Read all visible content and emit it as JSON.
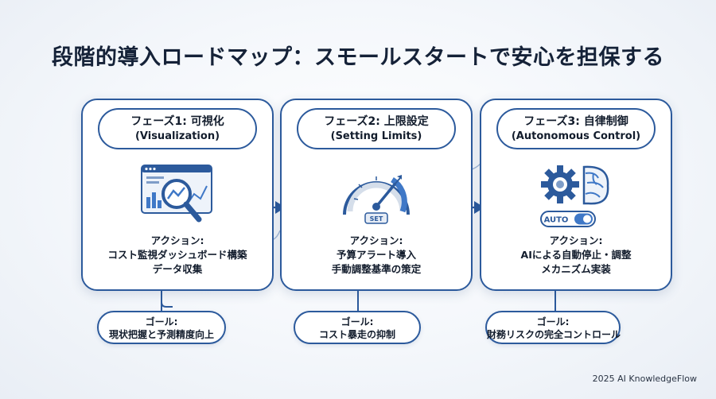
{
  "title": "段階的導入ロードマップ：スモールスタートで安心を担保する",
  "colors": {
    "primary": "#2c5a9c",
    "accent": "#3f78c7",
    "text": "#121c2c"
  },
  "phases": [
    {
      "heading": "フェーズ1: 可視化",
      "english": "(Visualization)",
      "icon": "dashboard-magnifier-icon",
      "action_lines": [
        "アクション:",
        "コスト監視ダッシュボード構築",
        "データ収集"
      ],
      "goal_lines": [
        "ゴール:",
        "現状把握と予測精度向上"
      ]
    },
    {
      "heading": "フェーズ2: 上限設定",
      "english": "(Setting Limits)",
      "icon": "gauge-icon",
      "gauge_label": "SET",
      "action_lines": [
        "アクション:",
        "予算アラート導入",
        "手動調整基準の策定"
      ],
      "goal_lines": [
        "ゴール:",
        "コスト暴走の抑制"
      ]
    },
    {
      "heading": "フェーズ3: 自律制御",
      "english": "(Autonomous Control)",
      "icon": "gear-brain-icon",
      "toggle_label": "AUTO",
      "action_lines": [
        "アクション:",
        "AIによる自動停止・調整",
        "メカニズム実装"
      ],
      "goal_lines": [
        "ゴール:",
        "財務リスクの完全コントロール"
      ]
    }
  ],
  "footer": "2025 AI KnowledgeFlow"
}
